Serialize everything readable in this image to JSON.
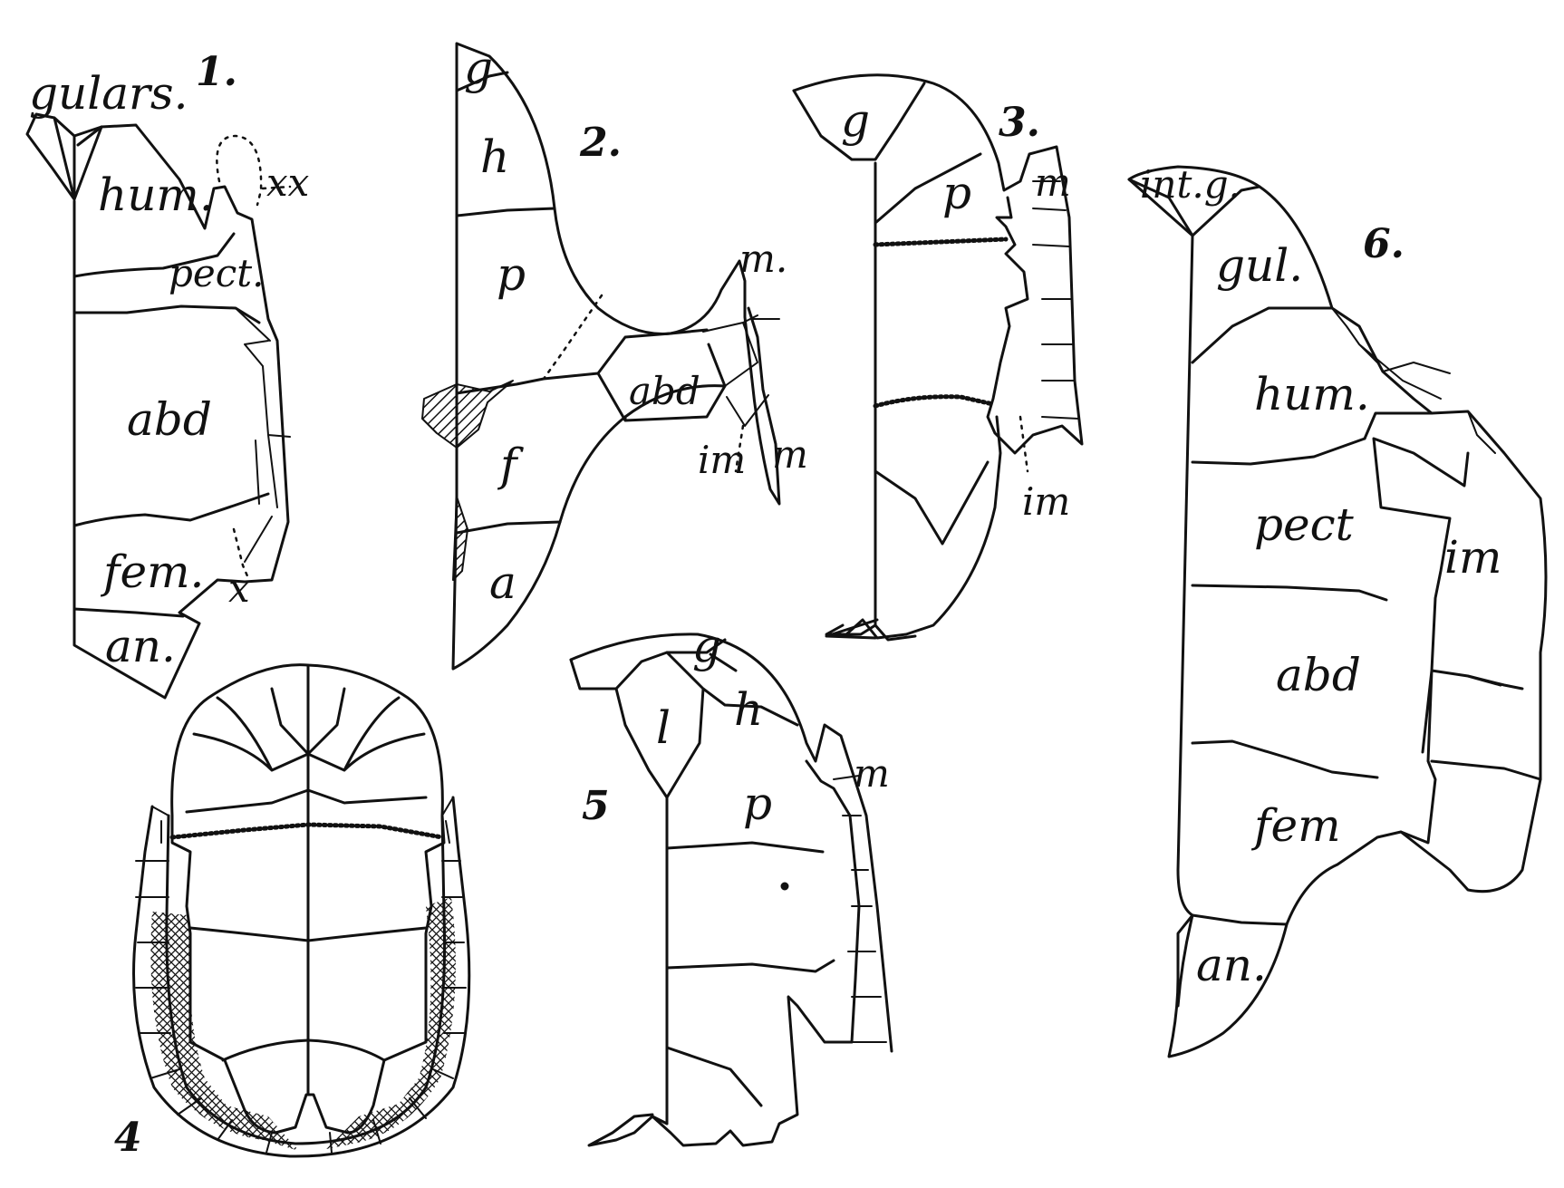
{
  "figures": [
    {
      "number": "1.",
      "labels": {
        "gulars": "gulars.",
        "hum": "hum.",
        "pect": "pect.",
        "abd": "abd",
        "fem": "fem.",
        "an": "an.",
        "x": "x",
        "xx": "xx"
      }
    },
    {
      "number": "2.",
      "labels": {
        "g": "g",
        "h": "h",
        "p": "p",
        "f": "f",
        "a": "a",
        "abd": "abd",
        "m_upper": "m.",
        "m_lower": "m",
        "im": "im"
      }
    },
    {
      "number": "3.",
      "labels": {
        "g": "g",
        "p": "p",
        "m": "m",
        "im": "im"
      }
    },
    {
      "number": "4",
      "labels": {}
    },
    {
      "number": "5",
      "labels": {
        "g": "g",
        "l": "l",
        "h": "h",
        "p": "p",
        "m": "m"
      }
    },
    {
      "number": "6.",
      "labels": {
        "int_g": "int.g.",
        "gul": "gul.",
        "hum": "hum.",
        "pect": "pect",
        "abd": "abd",
        "fem": "fem",
        "an": "an.",
        "im": "im"
      }
    }
  ],
  "colors": {
    "ink": "#111111",
    "paper": "#ffffff"
  }
}
